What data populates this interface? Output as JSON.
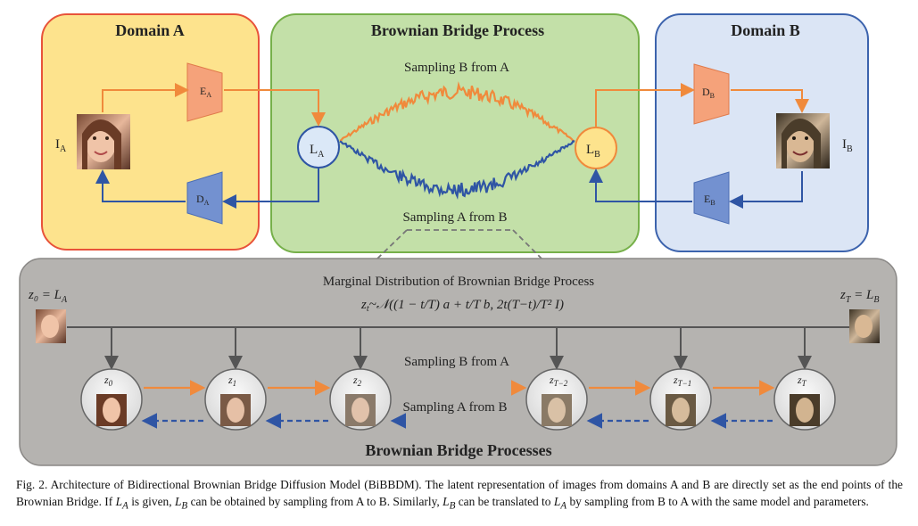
{
  "domain_a": {
    "title": "Domain A",
    "image_label": "I",
    "image_label_sub": "A",
    "encoder": "E",
    "encoder_sub": "A",
    "decoder": "D",
    "decoder_sub": "A"
  },
  "domain_b": {
    "title": "Domain B",
    "image_label": "I",
    "image_label_sub": "B",
    "encoder": "E",
    "encoder_sub": "B",
    "decoder": "D",
    "decoder_sub": "B"
  },
  "bridge": {
    "title": "Brownian Bridge Process",
    "top_label": "Sampling B from A",
    "bottom_label": "Sampling A from B",
    "node_a": "L",
    "node_a_sub": "A",
    "node_b": "L",
    "node_b_sub": "B"
  },
  "processes": {
    "marginal_title": "Marginal Distribution of Brownian Bridge Process",
    "formula_lhs": "z",
    "formula_lhs_sub": "t",
    "formula_rest": "~𝒩((1 − t/T) a + t/T b, 2t(T−t)/T² I)",
    "z0_eq": "z₀ = L",
    "z0_eq_sub": "A",
    "zT_eq": "z",
    "zT_eq_sub": "T",
    "zT_eq_rhs": " = L",
    "zT_eq_rhs_sub": "B",
    "nodes": [
      {
        "name": "z",
        "sub": "0"
      },
      {
        "name": "z",
        "sub": "1"
      },
      {
        "name": "z",
        "sub": "2"
      },
      {
        "name": "z",
        "sub": "T−2"
      },
      {
        "name": "z",
        "sub": "T−1"
      },
      {
        "name": "z",
        "sub": "T"
      }
    ],
    "forward_label": "Sampling B from A",
    "backward_label": "Sampling A from B",
    "footer": "Brownian Bridge Processes"
  },
  "caption": {
    "prefix": "Fig. 2.",
    "text1": "  Architecture of Bidirectional Brownian Bridge Diffusion Model (BiBBDM). The latent representation of images from domains A and B are directly set as the end points of the Brownian Bridge. If ",
    "la1": "L",
    "la1_sub": "A",
    "text2": " is given, ",
    "lb1": "L",
    "lb1_sub": "B",
    "text3": " can be obtained by sampling from A to B. Similarly, ",
    "lb2": "L",
    "lb2_sub": "B",
    "text4": " can be translated to ",
    "la2": "L",
    "la2_sub": "A",
    "text5": " by sampling from B to A with the same model and parameters."
  },
  "colors": {
    "domain_a_fill": "#fde38d",
    "domain_a_border": "#e8533a",
    "bridge_fill": "#c3e0a8",
    "bridge_border": "#76b04a",
    "domain_b_fill": "#dbe5f5",
    "domain_b_border": "#3c63ad",
    "orange": "#f08a3c",
    "blue": "#2f55a4",
    "process_fill": "#b5b3b0"
  }
}
